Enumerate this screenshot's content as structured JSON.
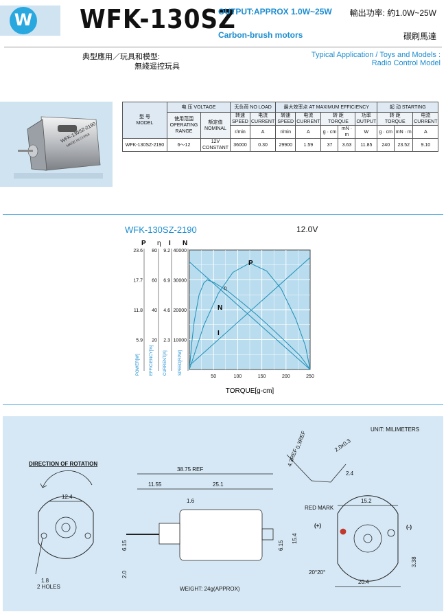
{
  "header": {
    "logo_letter": "W",
    "model": "WFK-130SZ",
    "output_en": "OUTPUT:APPROX 1.0W~25W",
    "type_en": "Carbon-brush motors",
    "output_zh": "輸出功率: 約1.0W~25W",
    "type_zh": "碳刷馬達"
  },
  "application": {
    "zh_line1": "典型應用／玩具和模型:",
    "zh_line2": "無綫遥控玩具",
    "en_line1": "Typical Application / Toys and Models :",
    "en_line2": "Radio Control Model"
  },
  "motor_label": {
    "line1": "WFK-130SZ-2190",
    "line2": "MADE IN CHINA"
  },
  "spec_table": {
    "model_header_zh": "型 号",
    "model_header_en": "MODEL",
    "voltage_header": "电 压 VOLTAGE",
    "noload_header": "无负荷 NO LOAD",
    "efficiency_header": "最大效率点 AT MAXIMUM EFFICIENCY",
    "starting_header": "起 动 STARTING",
    "sub": {
      "operating_zh": "使用范围",
      "operating_en": "OPERATING RANGE",
      "nominal_zh": "额定值",
      "nominal_en": "NOMINAL",
      "speed_zh": "转速",
      "speed_en": "SPEED",
      "current_zh": "电流",
      "current_en": "CURRENT",
      "torque_zh": "转 距",
      "torque_en": "TORQUE",
      "output_zh": "功率",
      "output_en": "OUTPUT"
    },
    "units": {
      "noload_speed": "r/min",
      "noload_current": "A",
      "eff_speed": "r/min",
      "eff_current": "A",
      "eff_torque_g": "g · cm",
      "eff_torque_mn": "mN · m",
      "eff_output": "W",
      "start_torque_g": "g · cm",
      "start_torque_mn": "mN · m",
      "start_current": "A"
    },
    "row": {
      "model": "WFK-130SZ-2190",
      "operating": "6～12",
      "nominal": "12V CONSTANT",
      "noload_speed": "36000",
      "noload_current": "0.30",
      "eff_speed": "29900",
      "eff_current": "1.59",
      "eff_torque_g": "37",
      "eff_torque_mn": "3.63",
      "eff_output": "11.85",
      "start_torque_g": "240",
      "start_torque_mn": "23.52",
      "start_current": "9.10"
    }
  },
  "chart_data": {
    "type": "line",
    "title": "WFK-130SZ-2190",
    "voltage": "12.0V",
    "xlabel": "TORQUE[g-cm]",
    "xlim": [
      0,
      250
    ],
    "x_ticks": [
      "50",
      "100",
      "150",
      "200",
      "250"
    ],
    "axis_headers": [
      "P",
      "η",
      "I",
      "N"
    ],
    "axis_labels": [
      "POWER[W]",
      "EFFICIENCY[%]",
      "CURRENT[A]",
      "SPEED[RPM]"
    ],
    "y_axes": {
      "power": [
        "23.6",
        "17.7",
        "11.8",
        "5.9"
      ],
      "efficiency": [
        "80",
        "60",
        "40",
        "20"
      ],
      "current": [
        "9.2",
        "6.9",
        "4.6",
        "2.3"
      ],
      "speed": [
        "40000",
        "30000",
        "20000",
        "10000"
      ]
    },
    "ylim_speed": [
      0,
      40000
    ],
    "series": [
      {
        "name": "N",
        "x": [
          0,
          250
        ],
        "y": [
          36000,
          0
        ]
      },
      {
        "name": "I",
        "x": [
          0,
          250
        ],
        "y": [
          1300,
          37500
        ]
      },
      {
        "name": "P",
        "x": [
          0,
          30,
          60,
          90,
          125,
          160,
          190,
          220,
          240,
          250
        ],
        "y": [
          0,
          14800,
          25500,
          32500,
          35600,
          33000,
          27000,
          17000,
          8000,
          0
        ]
      },
      {
        "name": "η",
        "x": [
          0,
          5,
          10,
          20,
          30,
          37,
          50,
          80,
          110,
          140,
          170,
          200,
          230,
          250
        ],
        "y": [
          0,
          9000,
          16000,
          25000,
          29000,
          30000,
          29200,
          26200,
          22300,
          18200,
          13800,
          9200,
          4500,
          0
        ]
      }
    ]
  },
  "dimensions": {
    "units_label": "UNIT: MILIMETERS",
    "rotation_label": "DIRECTION OF ROTATION",
    "d_ref": "38.75 REF",
    "d_1155": "11.55",
    "d_251": "25.1",
    "d_16": "1.6",
    "d_124": "12.4",
    "d_615_left": "6.15",
    "d_615_right": "6.15",
    "d_154": "15.4",
    "d_20_shaft": "2.0",
    "d_18": "1.8",
    "holes": "2 HOLES",
    "weight": "WEIGHT: 24g(APPROX)",
    "d_03ref": "0.3REF",
    "d_43ref": "4.3REF",
    "d_20x03": "2.0x0.3",
    "d_24": "2.4",
    "red_mark": "RED MARK",
    "plus": "(+)",
    "minus": "(-)",
    "d_152": "15.2",
    "d_204": "20.4",
    "d_338": "3.38",
    "angles": "20°20°"
  }
}
